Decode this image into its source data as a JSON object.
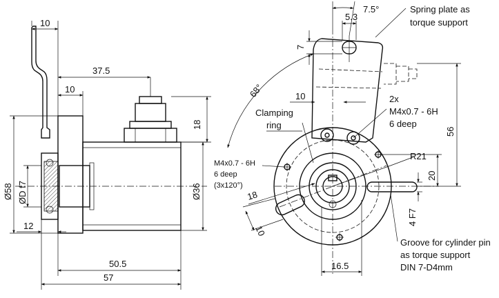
{
  "side_view": {
    "dims": {
      "d_10_top": "10",
      "d_37_5": "37.5",
      "d_10_mid": "10",
      "d_18": "18",
      "d_58": "Ø58",
      "d_df7": "ØD f7",
      "d_36": "Ø36",
      "d_12": "12",
      "d_50_5": "50.5",
      "d_57": "57"
    }
  },
  "front_view": {
    "dims": {
      "angle_7_5": "7.5°",
      "d_5_3": "5.3",
      "d_7": "7",
      "angle_68": "68°",
      "d_10": "10",
      "d_56": "56",
      "r21": "R21",
      "d_20": "20",
      "d_4f7": "4 F7",
      "d_18": "18",
      "d_10_slot": "10",
      "d_16_5": "16.5"
    },
    "labels": {
      "spring_line1": "Spring plate as",
      "spring_line2": "torque support",
      "clamp_line1": "Clamping",
      "clamp_line2": "ring",
      "holes2_line1": "2x",
      "holes2_line2": "M4x0.7 - 6H",
      "holes2_line3": "6 deep",
      "holes3_line1": "M4x0.7 - 6H",
      "holes3_line2": "6 deep",
      "holes3_line3": "(3x120°)",
      "groove_line1": "Groove for cylinder pin",
      "groove_line2": "as torque support",
      "groove_line3": "DIN 7-D4mm"
    }
  }
}
